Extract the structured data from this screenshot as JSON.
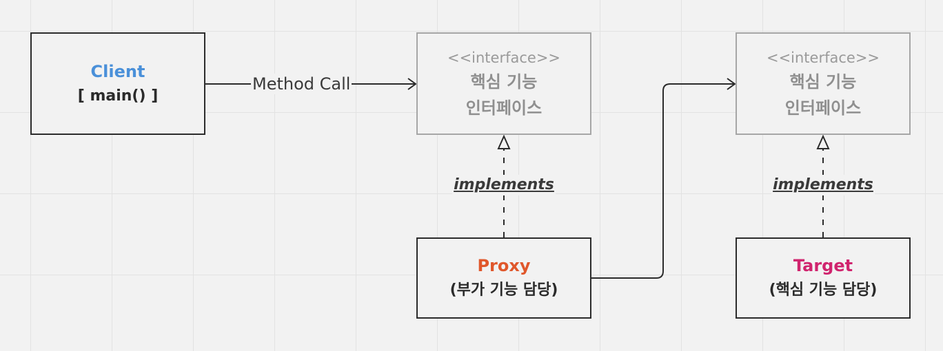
{
  "client": {
    "name": "Client",
    "sub": "[ main() ]"
  },
  "method_call": "Method Call",
  "interfaces": [
    {
      "stereotype": "<<interface>>",
      "line1": "핵심 기능",
      "line2": "인터페이스"
    },
    {
      "stereotype": "<<interface>>",
      "line1": "핵심 기능",
      "line2": "인터페이스"
    }
  ],
  "implements_label": "implements",
  "proxy": {
    "name": "Proxy",
    "sub": "(부가 기능 담당)"
  },
  "target": {
    "name": "Target",
    "sub": "(핵심 기능 담당)"
  },
  "colors": {
    "client": "#4a90d9",
    "proxy": "#e0572b",
    "target": "#d0246e",
    "interface_border": "#a6a6a6",
    "line": "#2b2b2b"
  }
}
